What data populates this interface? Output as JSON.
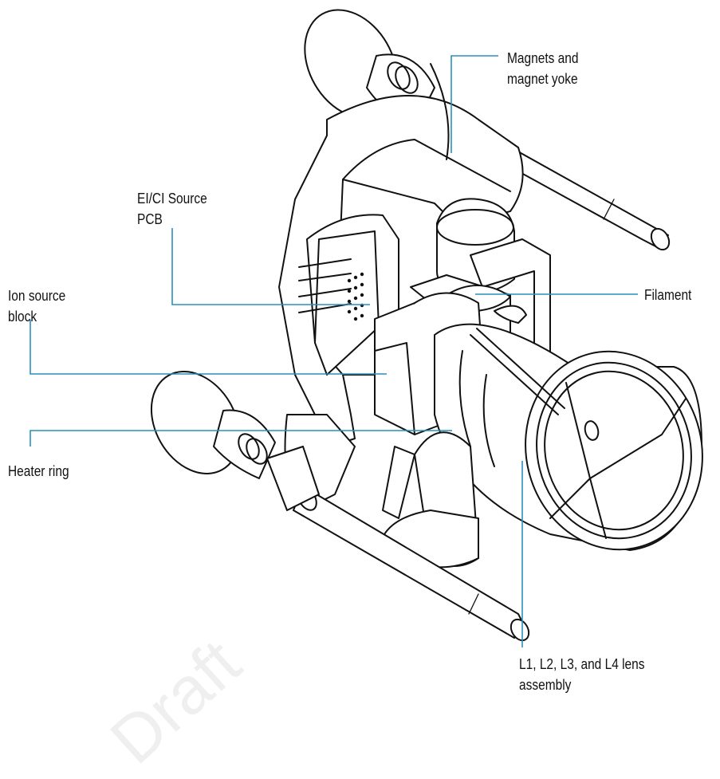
{
  "labels": {
    "magnets": [
      "Magnets and",
      "magnet yoke"
    ],
    "pcb": [
      "EI/CI Source",
      "PCB"
    ],
    "ion_block": [
      "Ion source",
      "block"
    ],
    "filament": [
      "Filament"
    ],
    "heater": [
      "Heater ring"
    ],
    "lens": [
      "L1, L2, L3, and L4 lens",
      "assembly"
    ]
  },
  "watermark": "Draft",
  "colors": {
    "callout": "#2a8fbd",
    "ink": "#111111"
  }
}
